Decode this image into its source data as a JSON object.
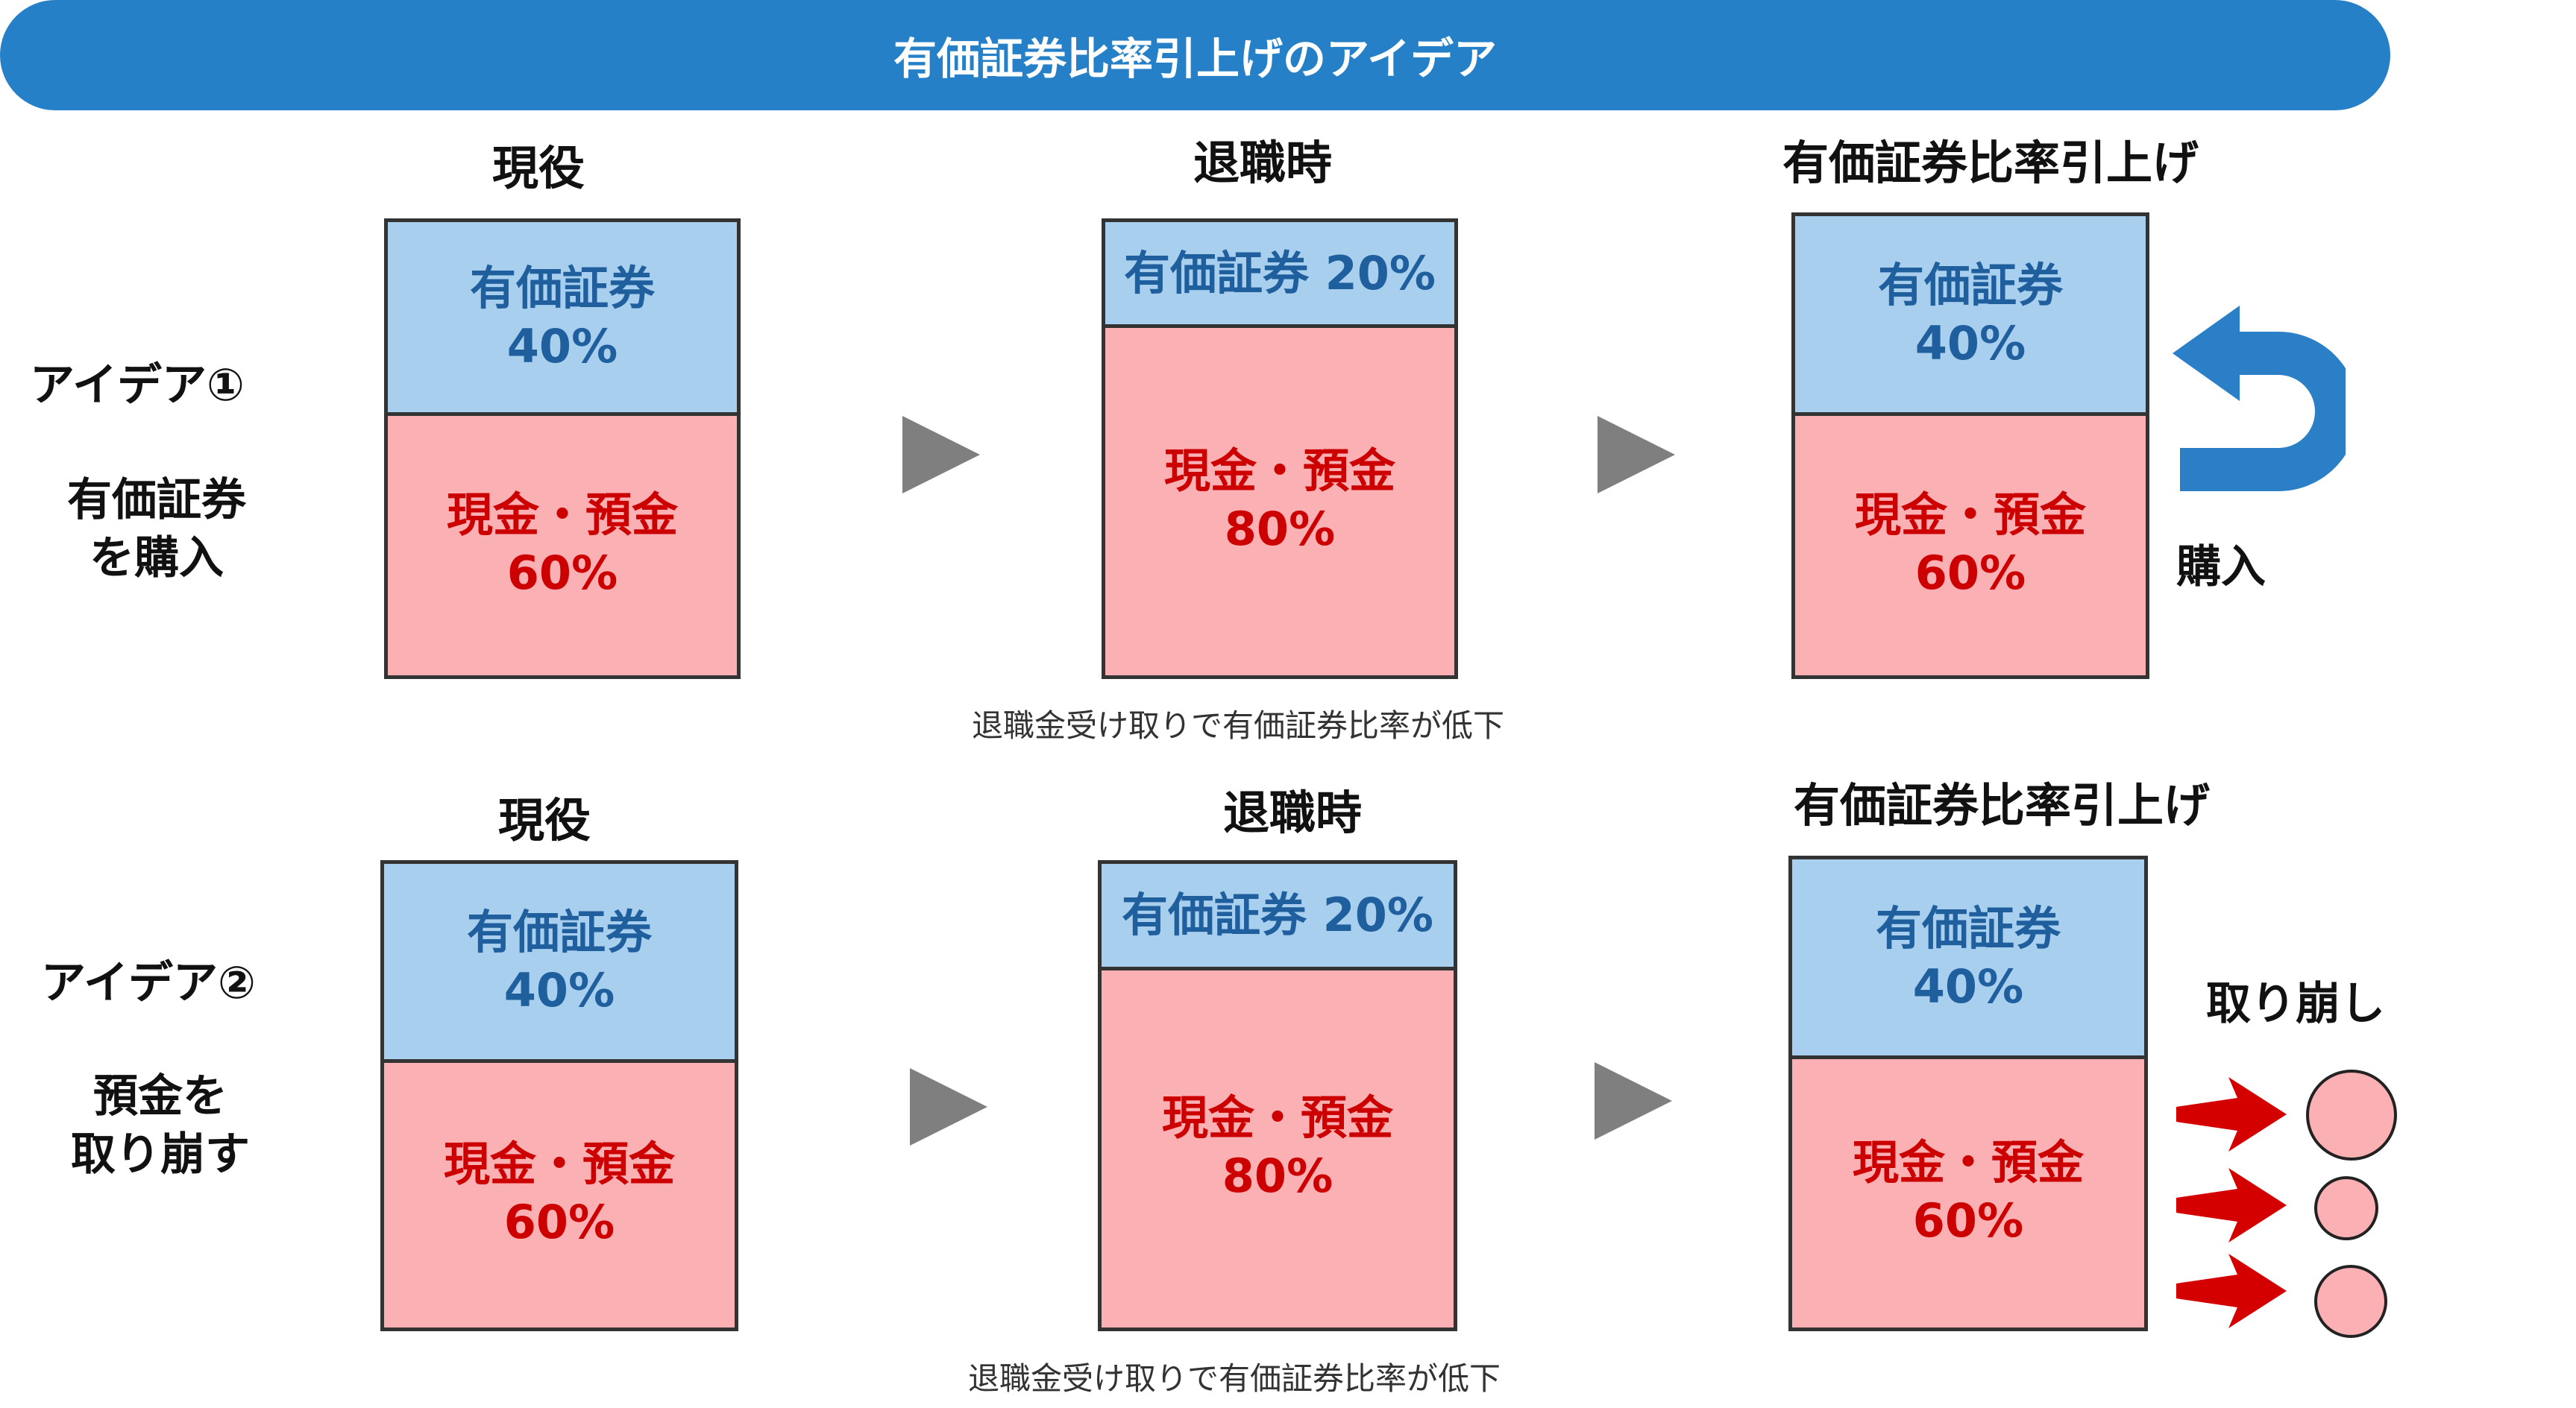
{
  "banner": {
    "title": "有価証券比率引上げのアイデア"
  },
  "columns": {
    "current": "現役",
    "retirement": "退職時",
    "raise": "有価証券比率引上げ"
  },
  "ideas": [
    {
      "label": "アイデア①",
      "description_lines": [
        "有価証券",
        "を購入"
      ],
      "side_label": "購入"
    },
    {
      "label": "アイデア②",
      "description_lines": [
        "預金を",
        "取り崩す"
      ],
      "side_label": "取り崩し"
    }
  ],
  "boxes": {
    "securities_label": "有価証券",
    "securities_label_inline": "有価証券 20%",
    "cash_label": "現金・預金",
    "current": {
      "securities_pct": "40%",
      "cash_pct": "60%"
    },
    "retirement": {
      "cash_pct": "80%"
    },
    "raise": {
      "securities_pct": "40%",
      "cash_pct": "60%"
    }
  },
  "caption": "退職金受け取りで有価証券比率が低下",
  "colors": {
    "banner": "#2680c7",
    "securities_fill": "#a9cfee",
    "securities_text": "#1f5f9e",
    "cash_fill": "#fbb0b3",
    "cash_text": "#cc0000",
    "arrow_gray": "#7f7f7f",
    "purchase_arrow": "#2a7fc6",
    "withdraw_arrow": "#d40000"
  },
  "icons": {
    "flow_arrow": "right-triangle-icon",
    "purchase": "u-turn-arrow-icon",
    "withdraw": "right-arrow-icon",
    "coin": "circle-icon"
  }
}
